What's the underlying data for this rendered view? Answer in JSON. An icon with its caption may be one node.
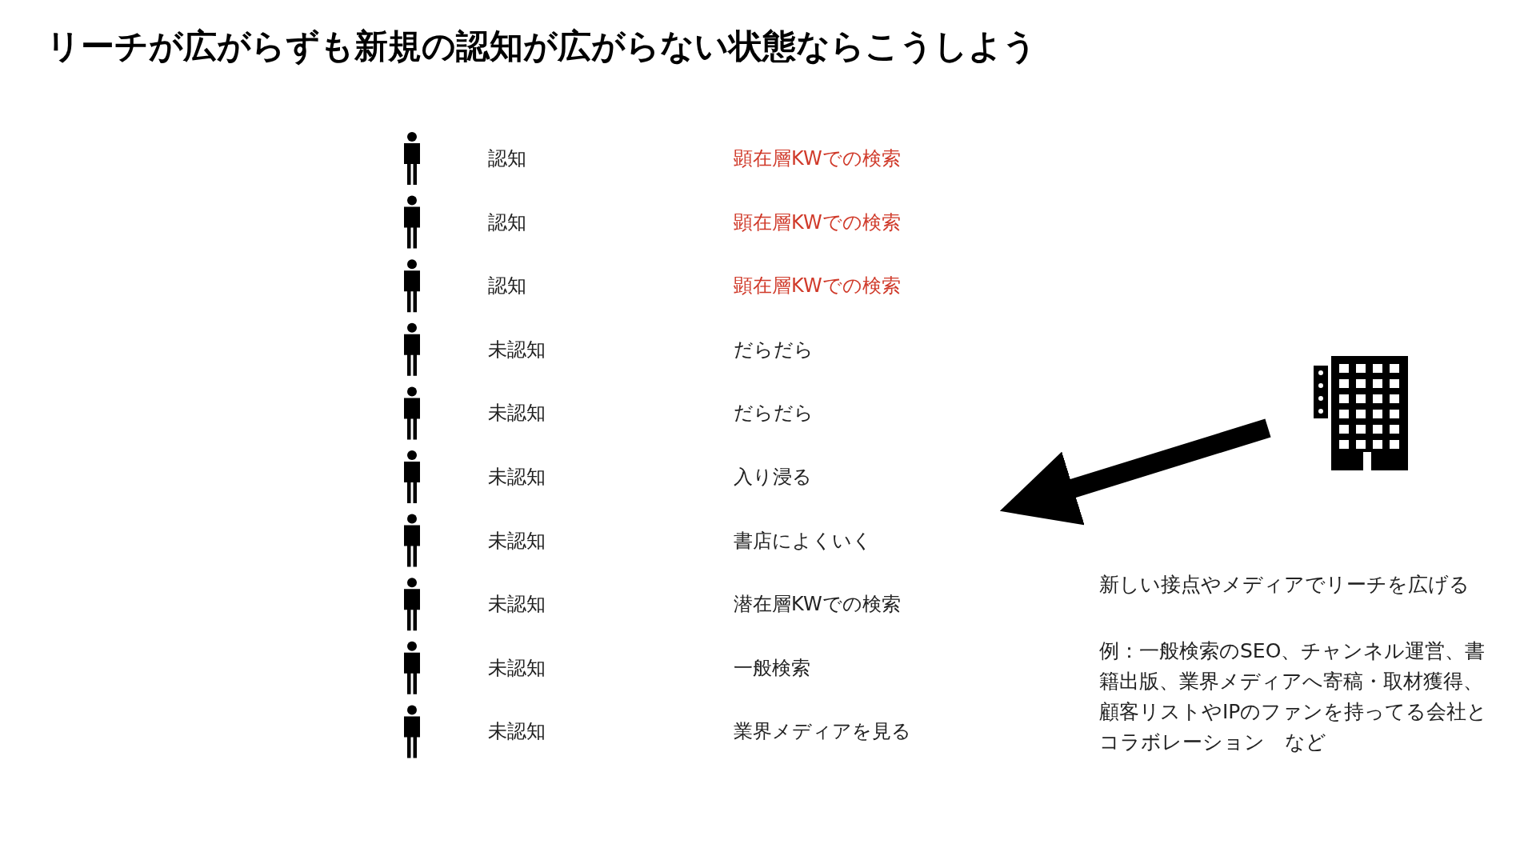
{
  "diagram": {
    "title": "リーチが広がらずも新規の認知が広がらない状態ならこうしよう",
    "labels": [
      "認知",
      "顕在層KWでの検索",
      "認知",
      "顕在層KWでの検索",
      "認知",
      "顕在層KWでの検索",
      "未認知",
      "だらだら",
      "未認知",
      "だらだら",
      "未認知",
      "入り浸る",
      "未認知",
      "書店によくいく",
      "未認知",
      "潜在層KWでの検索",
      "未認知",
      "一般検索",
      "未認知",
      "業界メディアを見る",
      "新しい接点やメディアでリーチを広げる",
      "例：一般検索のSEO、チャンネル運営、書籍出版、業界メディアへ寄稿・取材獲得、顧客リストやIPのファンを持ってる会社とコラボレーション　など"
    ]
  }
}
